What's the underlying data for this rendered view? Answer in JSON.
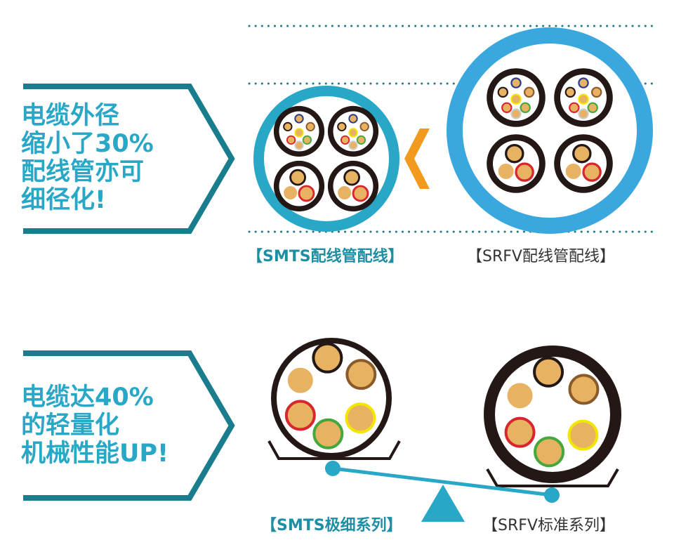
{
  "section1": {
    "headline": [
      "电缆外径",
      "缩小了30%",
      "配线管亦可",
      "细径化!"
    ],
    "left_label": "【SMTS配线管配线】",
    "right_label": "【SRFV配线管配线】"
  },
  "section2": {
    "headline": [
      "电缆达40%",
      "的轻量化",
      "机械性能UP!"
    ],
    "left_label": "【SMTS极细系列】",
    "right_label": "【SRFV标准系列】"
  },
  "colors": {
    "teal": "#29a7c6",
    "dark_teal": "#1a7d8e",
    "light_blue": "#3aa8df",
    "orange": "#f29a1e",
    "cable_black": "#231815",
    "core_tan": "#e7b261",
    "red": "#d8262e",
    "green": "#44a83a",
    "yellow": "#f2e500",
    "brown": "#8a5a2b",
    "dotted": "#1f7a86"
  }
}
